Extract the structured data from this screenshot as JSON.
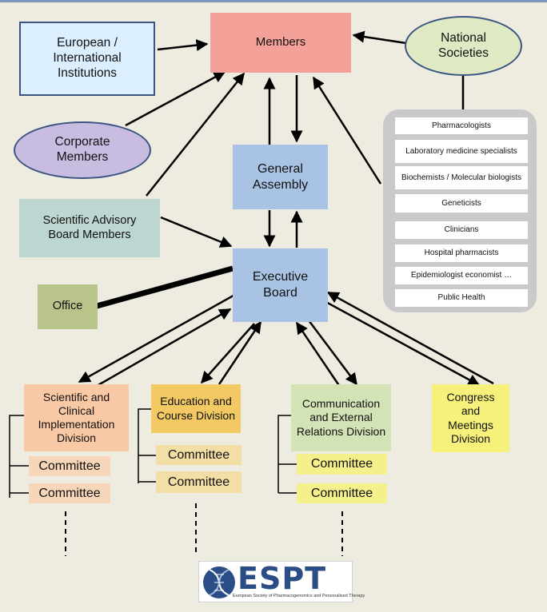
{
  "nodes": {
    "members": "Members",
    "european_institutions": "European / International Institutions",
    "national_societies": "National Societies",
    "corporate_members": "Corporate Members",
    "general_assembly": "General Assembly",
    "scientific_advisory_board": "Scientific Advisory Board Members",
    "executive_board": "Executive Board",
    "office": "Office",
    "scientific_clinical_division": "Scientific and Clinical Implementation Division",
    "education_course_division": "Education and Course Division",
    "communication_division": "Communication and External Relations Division",
    "congress_division": "Congress and Meetings Division"
  },
  "national_society_members": [
    "Pharmacologists",
    "Laboratory medicine specialists",
    "Biochemists / Molecular biologists",
    "Geneticists",
    "Clinicians",
    "Hospital pharmacists",
    "Epidemiologist economist …",
    "Public Health"
  ],
  "committee_label": "Committee",
  "logo": {
    "wordmark": "ESPT",
    "subtitle": "European Society of Pharmacogenomics and Personalised Therapy"
  },
  "colors": {
    "members": "#f4a19a",
    "european_institutions": "#dcefff",
    "ellipse": "#dfe9c4",
    "corporate": "#c8bce0",
    "blue_box": "#a9c3e4",
    "advisory": "#bdd6d1",
    "office": "#b9c48b",
    "scientific": "#f8c9a4",
    "education": "#f3c964",
    "communication": "#d3e3b6",
    "congress": "#f5f17b",
    "committee_scientific": "#f7d6b9",
    "committee_education": "#f3dfa5",
    "committee_communication": "#f4f18d",
    "group_bg": "#c9c9c9"
  }
}
